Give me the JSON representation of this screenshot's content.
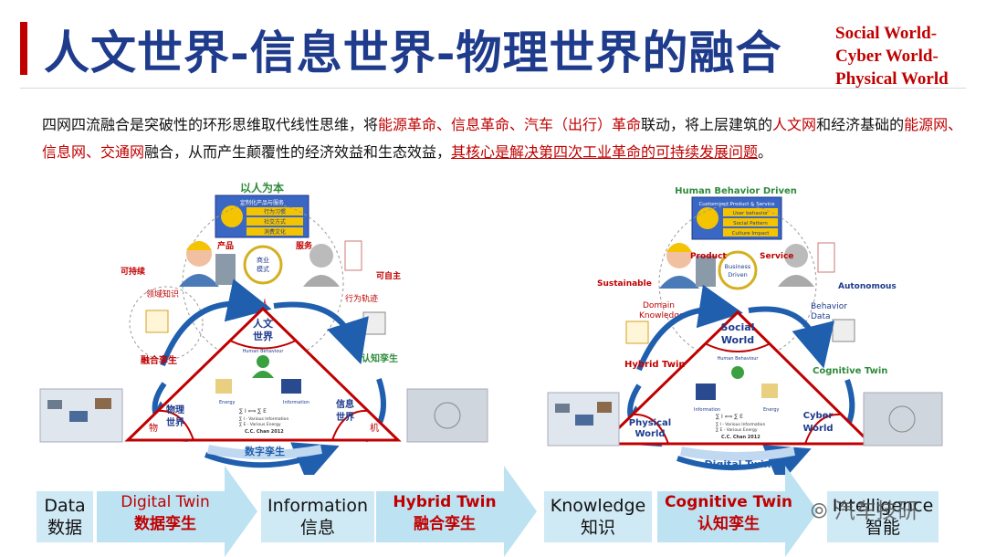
{
  "header": {
    "title": "人文世界-信息世界-物理世界的融合",
    "subtitle_lines": [
      "Social World-",
      "Cyber World-",
      "Physical World"
    ]
  },
  "description": {
    "p1": "四网四流融合是突破性的环形思维取代线性思维，将",
    "h1": "能源革命、信息革命、汽车（出行）革命",
    "p2": "联动，将上层建筑的",
    "h2": "人文网",
    "p3": "和经济基础的",
    "h3": "能源网、信息网、交通网",
    "p4": "融合，从而产生颠覆性的经济效益和生态效益，",
    "h4": "其核心是解决第四次工业革命的可持续发展问题",
    "p5": "。"
  },
  "left_diagram": {
    "top_label": "以人为本",
    "box_title": "定制化产品与服务",
    "box_items": [
      "行为习惯",
      "社交方式",
      "消费文化"
    ],
    "product": "产品",
    "service": "服务",
    "business_model": [
      "商业",
      "模式"
    ],
    "sustainable": "可持续",
    "autonomous": "可自主",
    "domain_knowledge": "领域知识",
    "behavior_track": "行为轨迹",
    "ren": "人",
    "social_world": [
      "人文",
      "世界"
    ],
    "hybrid_twin": "融合孪生",
    "cognitive_twin": "认知孪生",
    "human_behaviour": "Human Behaviour",
    "energy": "Energy",
    "information": "Information",
    "physical_world": [
      "物理",
      "世界"
    ],
    "cyber_world": [
      "信息",
      "世界"
    ],
    "wu": "物",
    "ji": "机",
    "digital_twin": "数字孪生",
    "formula": [
      "∑ I ⟺ ∑ E",
      "∑ I - Various Information",
      "∑ E - Various Energy",
      "C.C. Chan 2012"
    ]
  },
  "right_diagram": {
    "top_label": "Human Behavior Driven",
    "box_title": "Customized Product & Service",
    "box_items": [
      "User behavior",
      "Social Pattern",
      "Culture Impact"
    ],
    "product": "Product",
    "service": "Service",
    "business_driven": [
      "Business",
      "Driven"
    ],
    "sustainable": "Sustainable",
    "autonomous": "Autonomous",
    "domain_knowledge": [
      "Domain",
      "Knowledge"
    ],
    "behavior_data": [
      "Behavior",
      "Data"
    ],
    "social_world": [
      "Social",
      "World"
    ],
    "hybrid_twin": "Hybrid Twin",
    "cognitive_twin": "Cognitive Twin",
    "human_behaviour": "Human Behaviour",
    "information": "Information",
    "energy": "Energy",
    "physical_world": [
      "Physical",
      "World"
    ],
    "cyber_world": [
      "Cyber",
      "World"
    ],
    "digital_twin": "Digital Twin",
    "formula": [
      "∑ I ⟺ ∑ E",
      "∑ I - Various Information",
      "∑ E - Various Energy",
      "C.C. Chan 2012"
    ]
  },
  "flow": {
    "stages": [
      {
        "en": "Data",
        "zh": "数据"
      },
      {
        "en": "Information",
        "zh": "信息"
      },
      {
        "en": "Knowledge",
        "zh": "知识"
      },
      {
        "en": "Intelligence",
        "zh": "智能"
      }
    ],
    "arrows": [
      {
        "en": "Digital Twin",
        "zh": "数据孪生"
      },
      {
        "en": "Hybrid Twin",
        "zh": "融合孪生"
      },
      {
        "en": "Cognitive Twin",
        "zh": "认知孪生"
      }
    ]
  },
  "watermark": "汽车技研",
  "colors": {
    "title_blue": "#1f3b8c",
    "accent_red": "#c00000",
    "arrow_blue": "#1f5fae",
    "flow_box": "#cfe9f5",
    "flow_arrow": "#bde3f3",
    "label_green": "#2e8b3a"
  }
}
